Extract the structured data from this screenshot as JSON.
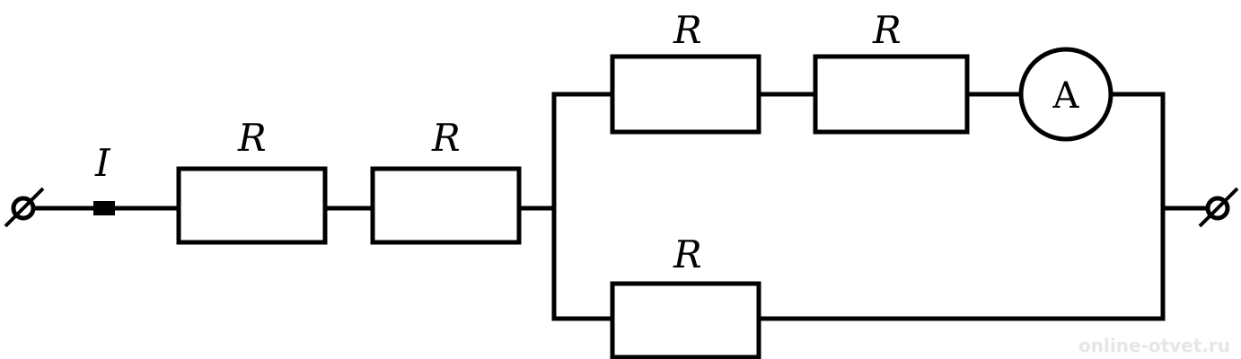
{
  "diagram": {
    "title": "",
    "current_label": "I",
    "resistors": [
      {
        "id": "r1",
        "label": "R"
      },
      {
        "id": "r2",
        "label": "R"
      },
      {
        "id": "r3",
        "label": "R"
      },
      {
        "id": "r4",
        "label": "R"
      },
      {
        "id": "r5",
        "label": "R"
      }
    ],
    "ammeter_label": "A",
    "watermark": "online-otvet.ru"
  }
}
